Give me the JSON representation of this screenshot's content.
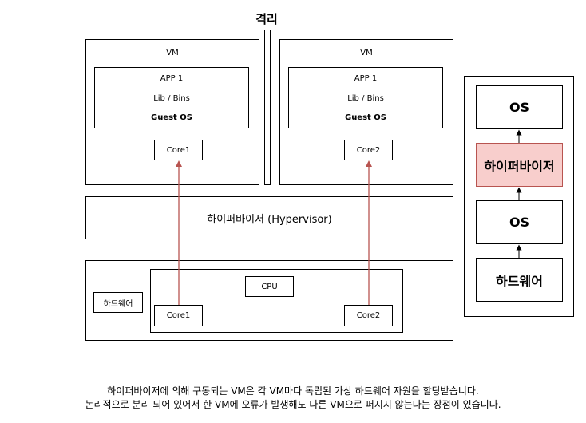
{
  "isolation_label": "격리",
  "vm1": {
    "title": "VM",
    "app": "APP 1",
    "lib": "Lib / Bins",
    "guest_os": "Guest OS",
    "core": "Core1"
  },
  "vm2": {
    "title": "VM",
    "app": "APP 1",
    "lib": "Lib / Bins",
    "guest_os": "Guest OS",
    "core": "Core2"
  },
  "hypervisor_label": "하이퍼바이저 (Hypervisor)",
  "hardware": {
    "label": "하드웨어",
    "cpu": "CPU",
    "core1": "Core1",
    "core2": "Core2"
  },
  "stack": {
    "os_top": "OS",
    "hypervisor": "하이퍼바이저",
    "os_bottom": "OS",
    "hardware": "하드웨어"
  },
  "colors": {
    "arrow": "#b85450",
    "hypervisor_fill": "#f8cecc",
    "hypervisor_border": "#b85450"
  },
  "caption": {
    "line1": "하이퍼바이저에 의해 구동되는 VM은 각 VM마다 독립된 가상 하드웨어 자원을 할당받습니다.",
    "line2": "논리적으로 분리 되어 있어서 한 VM에 오류가 발생해도 다른 VM으로 퍼지지 않는다는 장점이 있습니다."
  }
}
